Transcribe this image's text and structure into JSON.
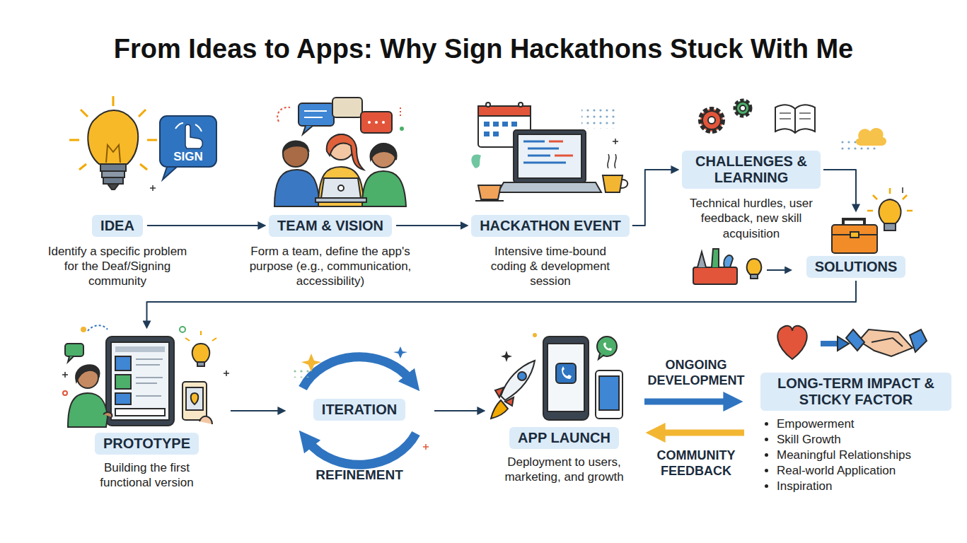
{
  "diagram": {
    "title": "From Ideas to Apps: Why Sign Hackathons Stuck With Me",
    "nodes": [
      {
        "text": [
          "IDEA",
          "Identify a specific problem for the Deaf/Signing community"
        ]
      },
      {
        "text": [
          "TEAM & VISION",
          "Form a team, define the app's purpose (e.g., communication, accessibility)"
        ]
      },
      {
        "text": [
          "HACKATHON EVENT",
          "Intensive time-bound coding & development session"
        ]
      },
      {
        "text": [
          "CHALLENGES & LEARNING",
          "Technical hurdles, user feedback, new skill acquisition"
        ]
      },
      {
        "text": [
          "SOLUTIONS"
        ]
      },
      {
        "text": [
          "PROTOTYPE",
          "Building the first functional version"
        ]
      },
      {
        "text": [
          "ITERATION"
        ]
      },
      {
        "text": [
          "APP LAUNCH",
          "Deployment to users, marketing, and growth"
        ]
      },
      {
        "text": [
          "LONG-TERM IMPACT & STICKY FACTOR",
          "Empowerment",
          "Skill Growth",
          "Meaningful Relationships",
          "Real-world Application",
          "Inspiration"
        ]
      }
    ],
    "edges": [
      {
        "from": 0,
        "to": 1,
        "arrow": "to"
      },
      {
        "from": 1,
        "to": 2,
        "arrow": "to"
      },
      {
        "from": 2,
        "to": 3,
        "arrow": "to"
      },
      {
        "from": 3,
        "to": 4,
        "arrow": "to"
      },
      {
        "from": 4,
        "to": 5,
        "arrow": "to"
      },
      {
        "from": 5,
        "to": 6,
        "arrow": "to"
      },
      {
        "from": 6,
        "to": 7,
        "arrow": "to"
      },
      {
        "from": 7,
        "to": 8,
        "label": "ONGOING DEVELOPMENT",
        "arrow": "to"
      },
      {
        "from": 8,
        "to": 7,
        "label": "COMMUNITY FEEDBACK",
        "arrow": "to"
      }
    ],
    "labels": [
      "SIGN",
      "REFINEMENT"
    ]
  }
}
